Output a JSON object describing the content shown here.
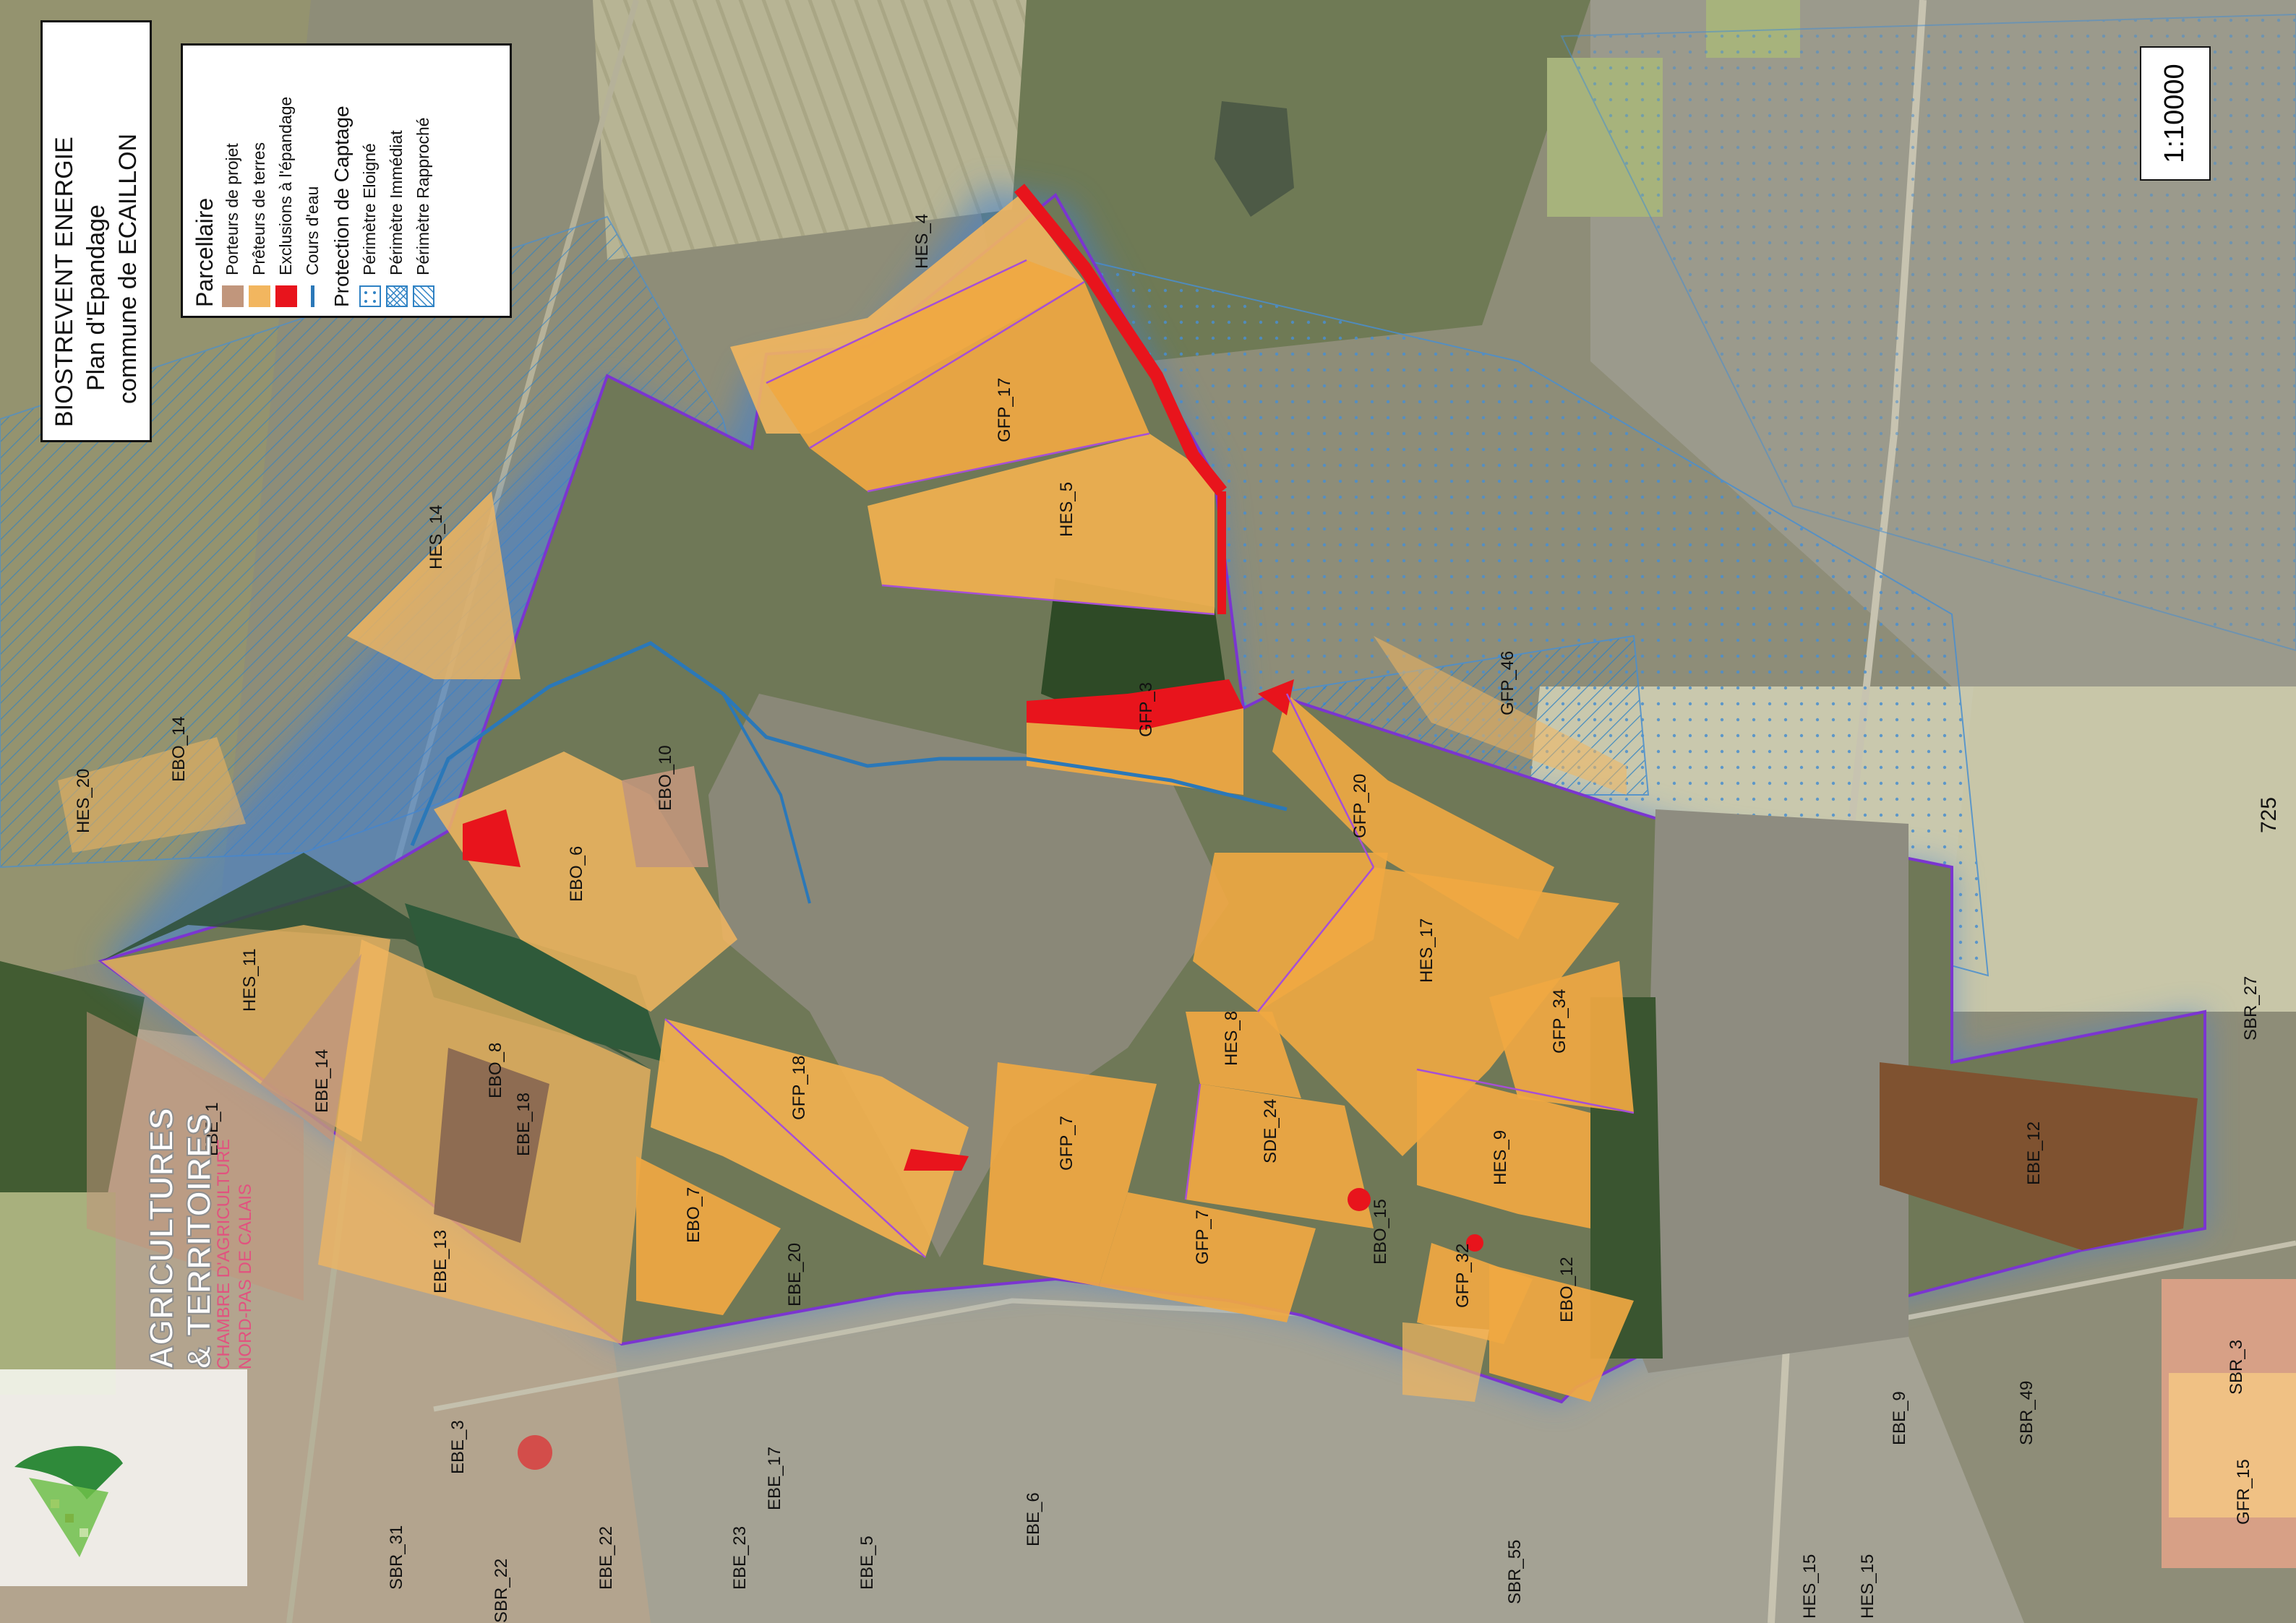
{
  "title": {
    "line1": "BIOSTREVENT ENERGIE",
    "line2": "Plan d'Epandage",
    "line3": "commune de ECAILLON"
  },
  "legend": {
    "heading": "Parcellaire",
    "items": [
      {
        "label": "Porteurs de projet",
        "color": "#c1967c"
      },
      {
        "label": "Prêteurs de terres",
        "color": "#f2b65f"
      },
      {
        "label": "Exclusions à l'épandage",
        "color": "#e8141c"
      },
      {
        "label": "Cours d'eau",
        "color": "#2b78b8"
      }
    ],
    "captage_heading": "Protection de Captage",
    "captage_items": [
      {
        "label": "Périmètre Eloigné",
        "pattern": "dots"
      },
      {
        "label": "Périmètre Immédiat",
        "pattern": "cross-hatch"
      },
      {
        "label": "Périmètre Rapproché",
        "pattern": "diagonal"
      }
    ]
  },
  "scale": "1:10000",
  "grid_label": "725",
  "logo": {
    "line1": "AGRICULTURES",
    "line2": "& TERRITOIRES",
    "line3": "CHAMBRE D'AGRICULTURE",
    "line4": "NORD-PAS DE CALAIS"
  },
  "colors": {
    "porteurs": "#c1967c",
    "preteurs": "#f2b65f",
    "exclusions": "#e8141c",
    "river": "#2b78b8",
    "parcel_border": "#a64fd6"
  },
  "parcel_labels": [
    "HES_4",
    "GFP_17",
    "HES_5",
    "HES_14",
    "HES_20",
    "EBO_14",
    "EBO_10",
    "EBO_6",
    "GFP_3",
    "GFP_46",
    "GFP_20",
    "HES_17",
    "HES_11",
    "EBE_14",
    "EBO_8",
    "EBE_18",
    "EBE_1",
    "GFP_18",
    "HES_8",
    "GFP_34",
    "GFP_7",
    "GFP_7",
    "SDE_24",
    "HES_9",
    "EBO_7",
    "EBO_15",
    "GFP_32",
    "EBO_12",
    "EBE_20",
    "EBE_13",
    "EBE_12",
    "SBR_27",
    "SBR_3",
    "SBR_49",
    "EBE_9",
    "GFR_15",
    "EBE_3",
    "EBE_17",
    "SBR_31",
    "EBE_22",
    "EBE_23",
    "EBE_5",
    "EBE_6",
    "SBR_55",
    "HES_15",
    "HES_15",
    "SBR_22"
  ]
}
